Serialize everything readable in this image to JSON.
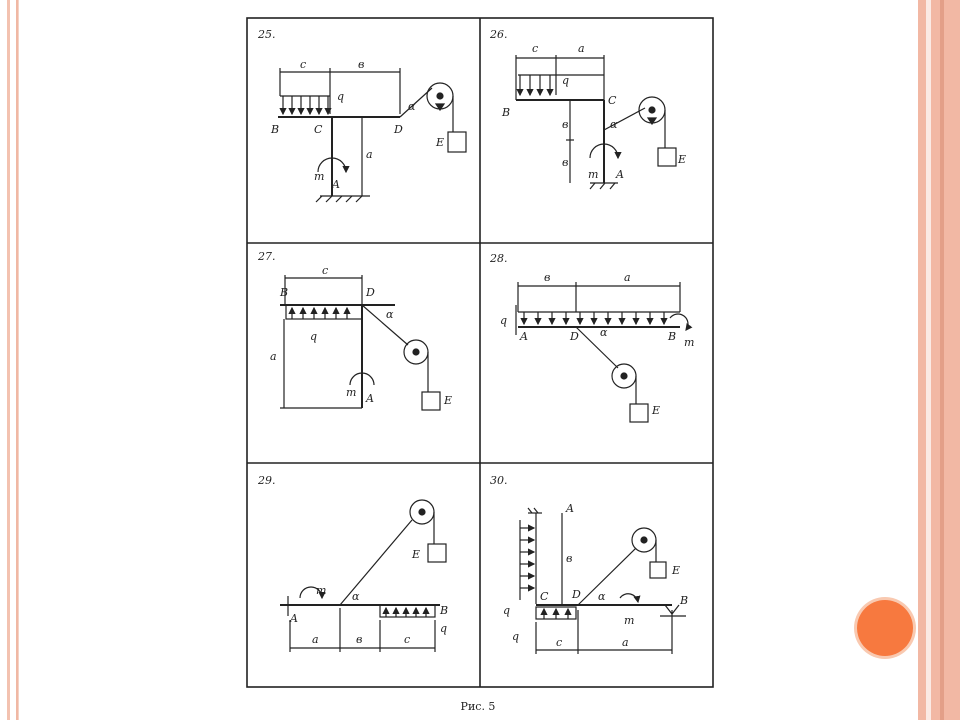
{
  "caption": "Рис. 5",
  "colors": {
    "accent_circle": "#f7793f",
    "frame": "#f2b8a4",
    "ink": "#222222"
  },
  "panels": [
    {
      "number": "25.",
      "labels": {
        "c": "c",
        "b": "в",
        "a": "a",
        "q": "q",
        "B": "B",
        "C": "C",
        "D": "D",
        "E": "E",
        "m": "m",
        "A": "A",
        "alpha": "α"
      }
    },
    {
      "number": "26.",
      "labels": {
        "c": "c",
        "a": "a",
        "q": "q",
        "B": "B",
        "C": "C",
        "b": "в",
        "b2": "в",
        "A": "A",
        "E": "E",
        "m": "m",
        "alpha": "α"
      }
    },
    {
      "number": "27.",
      "labels": {
        "c": "c",
        "B": "B",
        "D": "D",
        "q": "q",
        "a": "a",
        "alpha": "α",
        "m": "m",
        "A": "A",
        "E": "E"
      }
    },
    {
      "number": "28.",
      "labels": {
        "b": "в",
        "a": "a",
        "q": "q",
        "A": "A",
        "D": "D",
        "alpha": "α",
        "B": "B",
        "m": "m",
        "E": "E"
      }
    },
    {
      "number": "29.",
      "labels": {
        "m": "m",
        "alpha": "α",
        "A": "A",
        "B": "B",
        "q": "q",
        "a": "a",
        "b": "в",
        "c": "c",
        "E": "E"
      }
    },
    {
      "number": "30.",
      "labels": {
        "A": "A",
        "b": "в",
        "C": "C",
        "D": "D",
        "alpha": "α",
        "m": "m",
        "B": "B",
        "q": "q",
        "q2": "q",
        "c": "c",
        "a": "a",
        "E": "E"
      }
    }
  ]
}
